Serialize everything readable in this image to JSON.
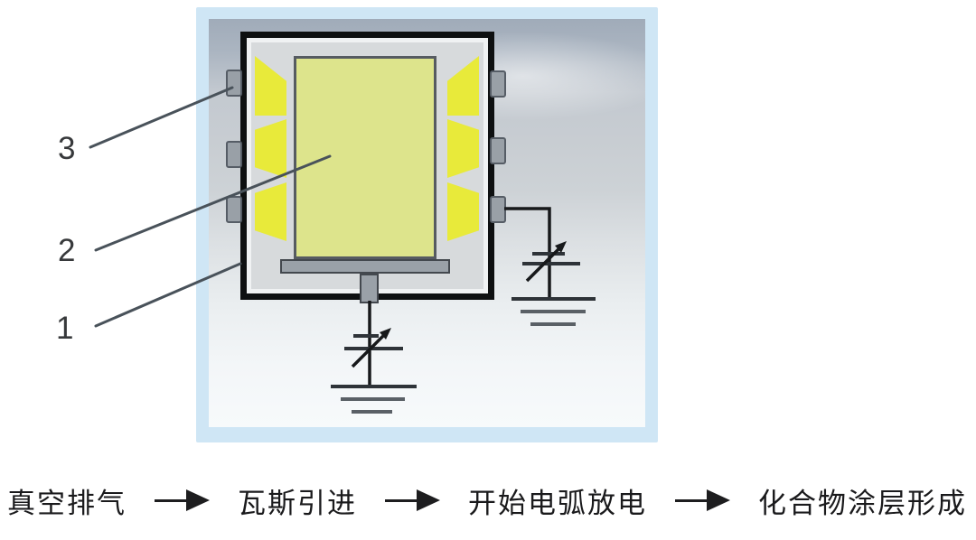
{
  "diagram": {
    "callouts": [
      {
        "label": "3"
      },
      {
        "label": "2"
      },
      {
        "label": "1"
      }
    ]
  },
  "flow": {
    "steps": [
      "真空排气",
      "瓦斯引进",
      "开始电弧放电",
      "化合物涂层形成"
    ]
  },
  "colors": {
    "panel_frame_blue": "#cfe6f5",
    "sky_top": "#a0abb9",
    "sky_bottom": "#f7fafb",
    "chamber_border": "#0e1011",
    "chamber_interior": "#d7dadc",
    "arc_yellow": "#e8ea3a",
    "substrate_fill": "#dde48c",
    "metal_gray": "#9aa1a8",
    "wire_black": "#17191b",
    "leader_line": "#49525a",
    "text_black": "#1a1a1c"
  }
}
